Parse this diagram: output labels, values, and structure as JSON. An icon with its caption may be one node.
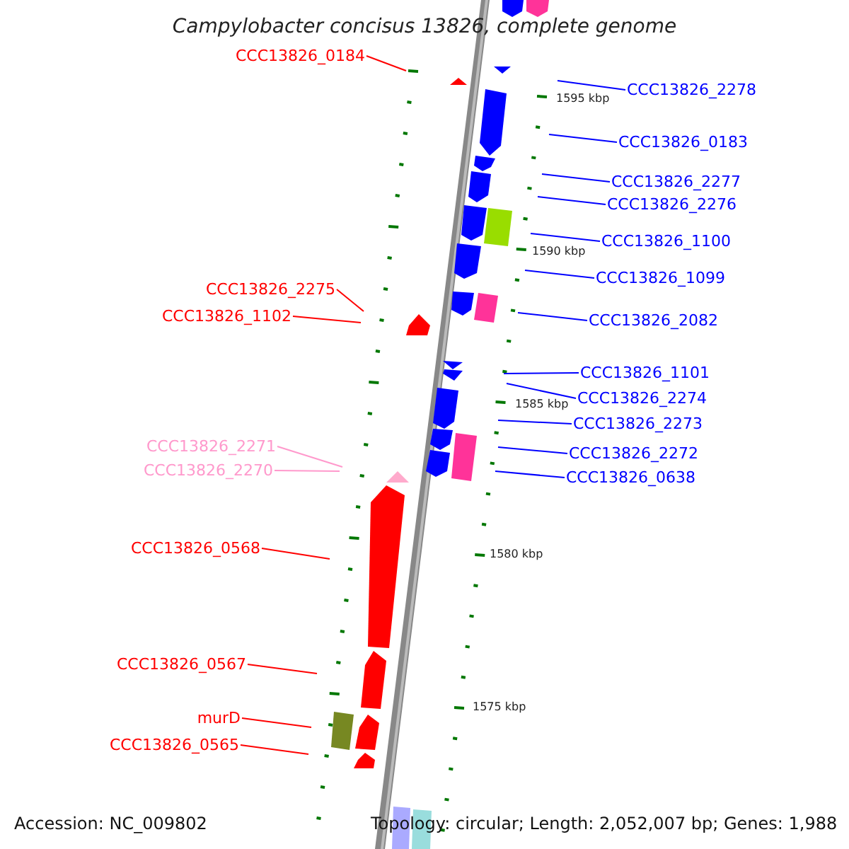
{
  "diagram": {
    "title": "Campylobacter concisus 13826, complete genome",
    "nodes": [
      {
        "text": [
          "CCC13826_0184"
        ]
      },
      {
        "text": [
          "CCC13826_2278"
        ]
      },
      {
        "text": [
          "CCC13826_0183"
        ]
      },
      {
        "text": [
          "CCC13826_2277"
        ]
      },
      {
        "text": [
          "CCC13826_2276"
        ]
      },
      {
        "text": [
          "CCC13826_1100"
        ]
      },
      {
        "text": [
          "CCC13826_1099"
        ]
      },
      {
        "text": [
          "CCC13826_2275"
        ]
      },
      {
        "text": [
          "CCC13826_1102"
        ]
      },
      {
        "text": [
          "CCC13826_2082"
        ]
      },
      {
        "text": [
          "CCC13826_1101"
        ]
      },
      {
        "text": [
          "CCC13826_2274"
        ]
      },
      {
        "text": [
          "CCC13826_2273"
        ]
      },
      {
        "text": [
          "CCC13826_2271"
        ]
      },
      {
        "text": [
          "CCC13826_2272"
        ]
      },
      {
        "text": [
          "CCC13826_2270"
        ]
      },
      {
        "text": [
          "CCC13826_0638"
        ]
      },
      {
        "text": [
          "CCC13826_0568"
        ]
      },
      {
        "text": [
          "CCC13826_0567"
        ]
      },
      {
        "text": [
          "murD"
        ]
      },
      {
        "text": [
          "CCC13826_0565"
        ]
      }
    ],
    "edges": [
      {
        "from": 0,
        "to": null,
        "arrow": "none",
        "color": "#ff0000"
      },
      {
        "from": 1,
        "to": null,
        "arrow": "none"
      },
      {
        "from": 2,
        "to": null,
        "arrow": "none"
      },
      {
        "from": 3,
        "to": null,
        "arrow": "none"
      },
      {
        "from": 4,
        "to": null,
        "arrow": "none"
      },
      {
        "from": 5,
        "to": null,
        "arrow": "none"
      },
      {
        "from": 6,
        "to": null,
        "arrow": "none"
      },
      {
        "from": 7,
        "to": null,
        "arrow": "none",
        "color": "#ff0000"
      },
      {
        "from": 8,
        "to": null,
        "arrow": "none",
        "color": "#ff0000"
      },
      {
        "from": 9,
        "to": null,
        "arrow": "none"
      },
      {
        "from": 10,
        "to": null,
        "arrow": "none"
      },
      {
        "from": 11,
        "to": null,
        "arrow": "none"
      },
      {
        "from": 12,
        "to": null,
        "arrow": "none"
      },
      {
        "from": 13,
        "to": null,
        "arrow": "none",
        "color": "#ff99cc"
      },
      {
        "from": 14,
        "to": null,
        "arrow": "none"
      },
      {
        "from": 15,
        "to": null,
        "arrow": "none",
        "color": "#ff99cc"
      },
      {
        "from": 16,
        "to": null,
        "arrow": "none"
      },
      {
        "from": 17,
        "to": null,
        "arrow": "none",
        "color": "#ff0000"
      },
      {
        "from": 18,
        "to": null,
        "arrow": "none",
        "color": "#ff0000"
      },
      {
        "from": 19,
        "to": null,
        "arrow": "none",
        "color": "#ff0000"
      },
      {
        "from": 20,
        "to": null,
        "arrow": "none",
        "color": "#ff0000"
      }
    ],
    "labels": [
      "1595 kbp",
      "1590 kbp",
      "1585 kbp",
      "1580 kbp",
      "1575 kbp",
      "Accession: NC_009802",
      "Topology: circular; Length: 2,052,007 bp; Genes: 1,988"
    ]
  }
}
